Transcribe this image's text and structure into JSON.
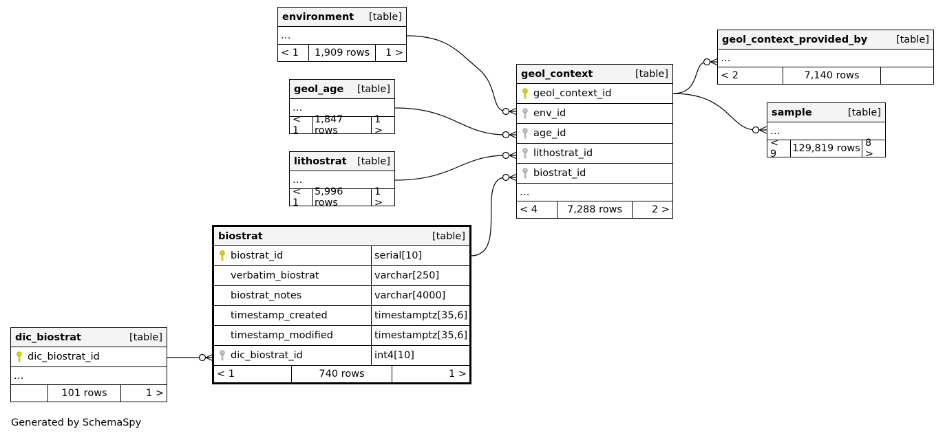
{
  "tables": {
    "environment": {
      "name": "environment",
      "tag": "[table]",
      "ellipsis": "…",
      "left": "< 1",
      "rows": "1,909 rows",
      "right": "1 >"
    },
    "geol_age": {
      "name": "geol_age",
      "tag": "[table]",
      "ellipsis": "…",
      "left": "< 1",
      "rows": "1,847 rows",
      "right": "1 >"
    },
    "lithostrat": {
      "name": "lithostrat",
      "tag": "[table]",
      "ellipsis": "…",
      "left": "< 1",
      "rows": "5,996 rows",
      "right": "1 >"
    },
    "geol_context": {
      "name": "geol_context",
      "tag": "[table]",
      "columns": [
        "geol_context_id",
        "env_id",
        "age_id",
        "lithostrat_id",
        "biostrat_id"
      ],
      "ellipsis": "…",
      "left": "< 4",
      "rows": "7,288 rows",
      "right": "2 >"
    },
    "geol_context_provided_by": {
      "name": "geol_context_provided_by",
      "tag": "[table]",
      "ellipsis": "…",
      "left": "< 2",
      "rows": "7,140 rows",
      "right": ""
    },
    "sample": {
      "name": "sample",
      "tag": "[table]",
      "ellipsis": "…",
      "left": "< 9",
      "rows": "129,819 rows",
      "right": "8 >"
    },
    "biostrat": {
      "name": "biostrat",
      "tag": "[table]",
      "columns": [
        {
          "name": "biostrat_id",
          "type": "serial[10]"
        },
        {
          "name": "verbatim_biostrat",
          "type": "varchar[250]"
        },
        {
          "name": "biostrat_notes",
          "type": "varchar[4000]"
        },
        {
          "name": "timestamp_created",
          "type": "timestamptz[35,6]"
        },
        {
          "name": "timestamp_modified",
          "type": "timestamptz[35,6]"
        },
        {
          "name": "dic_biostrat_id",
          "type": "int4[10]"
        }
      ],
      "left": "< 1",
      "rows": "740 rows",
      "right": "1 >"
    },
    "dic_biostrat": {
      "name": "dic_biostrat",
      "tag": "[table]",
      "columns": [
        "dic_biostrat_id"
      ],
      "ellipsis": "…",
      "left": "",
      "rows": "101 rows",
      "right": "1 >"
    }
  },
  "footer": "Generated by SchemaSpy",
  "colors": {
    "primary_key": "#e6d800",
    "foreign_key": "#b0b0b0",
    "header_bg": "#f4f4f4"
  }
}
